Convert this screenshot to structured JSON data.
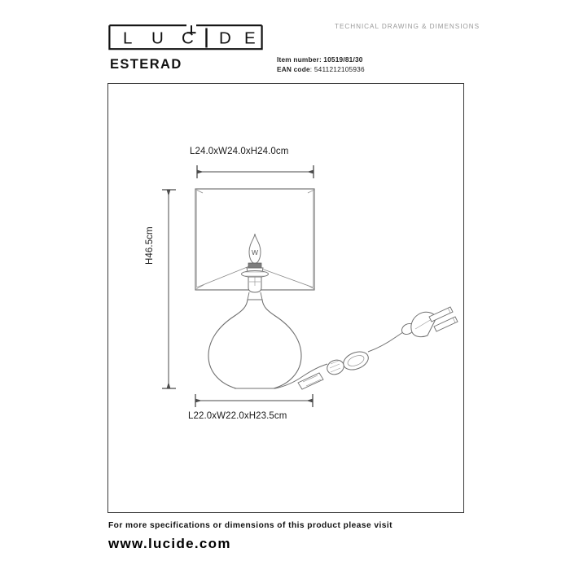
{
  "header": {
    "brand_logo": "lucide-logo",
    "brand_letters": [
      "L",
      "U",
      "C",
      "i",
      "D",
      "E"
    ],
    "tech_label": "TECHNICAL DRAWING & DIMENSIONS",
    "product_title": "ESTERAD",
    "item_number_key": "Item number:",
    "item_number_value": "10519/81/30",
    "ean_code_key": "EAN code",
    "ean_code_sep": ": ",
    "ean_code_value": "5411212105936"
  },
  "drawing": {
    "title": "esterad-table-lamp-technical-drawing",
    "dimension_top": "L24.0xW24.0xH24.0cm",
    "dimension_left": "H46.5cm",
    "dimension_bottom": "L22.0xW22.0xH23.5cm",
    "parts": [
      "lamp-shade",
      "light-bulb",
      "lamp-socket",
      "glass-sphere-base",
      "power-cord",
      "inline-switch",
      "cord-toggle",
      "europlug"
    ],
    "bulb_filament_glyph": "W"
  },
  "footer": {
    "line1": "For more specifications or dimensions of this product please visit",
    "line2": "www.lucide.com"
  },
  "colors": {
    "frame_border": "#3a3a3a",
    "line": "#6f6f6f",
    "text": "#1a1a1a",
    "muted_text": "#9a9a9a",
    "background": "#ffffff"
  }
}
